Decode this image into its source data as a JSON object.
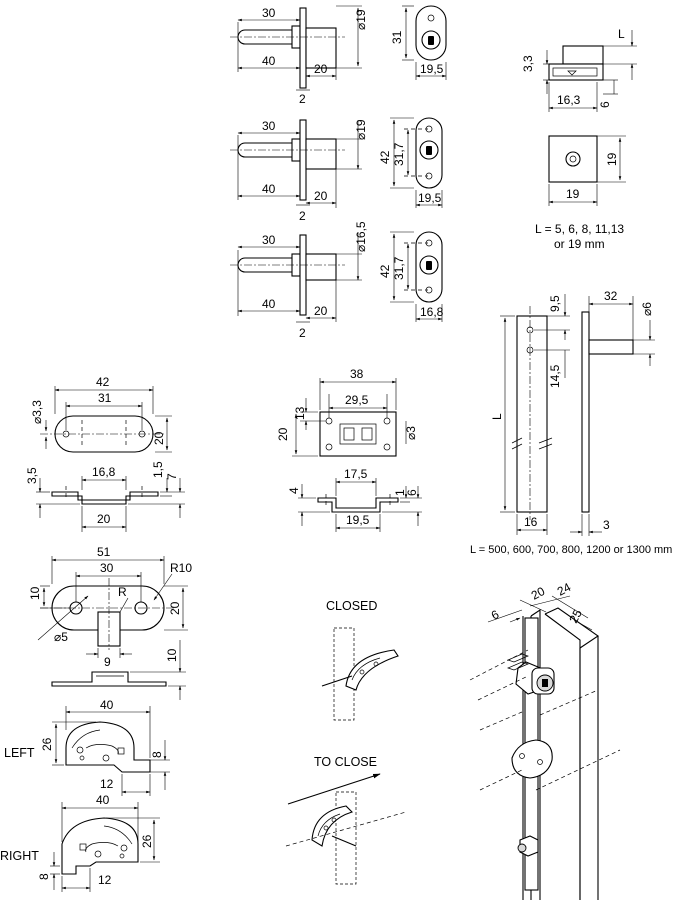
{
  "dims": {
    "d1_30": "30",
    "d1_40": "40",
    "d1_20": "20",
    "d1_2": "2",
    "d1_dia": "⌀19",
    "d1_31": "31",
    "d1_195": "19,5",
    "d2_30": "30",
    "d2_40": "40",
    "d2_20": "20",
    "d2_2": "2",
    "d2_dia": "⌀19",
    "d2_42": "42",
    "d2_317": "31,7",
    "d2_195": "19,5",
    "d3_30": "30",
    "d3_40": "40",
    "d3_20": "20",
    "d3_2": "2",
    "d3_dia": "⌀16,5",
    "d3_42": "42",
    "d3_317": "31,7",
    "d3_168": "16,8",
    "sq_33": "3,3",
    "sq_L": "L",
    "sq_163": "16,3",
    "sq_6": "6",
    "sq_19v": "19",
    "sq_19h": "19",
    "sq_note1": "L = 5, 6, 8, 11,13",
    "sq_note2": "or 19 mm",
    "rod_95": "9,5",
    "rod_145": "14,5",
    "rod_L": "L",
    "rod_16": "16",
    "rod_32": "32",
    "rod_dia6": "⌀6",
    "rod_3": "3",
    "rod_note": "L = 500, 600, 700, 800, 1200 or 1300 mm",
    "pl_42": "42",
    "pl_31": "31",
    "pl_dia": "⌀3,3",
    "pl_20": "20",
    "pl_35": "3,5",
    "pl_168": "16,8",
    "pl_15": "1,5",
    "pl_7": "7",
    "pl_20b": "20",
    "sp_38": "38",
    "sp_295": "29,5",
    "sp_13": "13",
    "sp_20": "20",
    "sp_dia": "⌀3",
    "sp_175": "17,5",
    "sp_4": "4",
    "sp_1": "1",
    "sp_6": "6",
    "sp_195": "19,5",
    "bp_51": "51",
    "bp_30": "30",
    "bp_R10": "R10",
    "bp_R": "R",
    "bp_10": "10",
    "bp_20": "20",
    "bp_dia5": "⌀5",
    "bp_9": "9",
    "bp_10b": "10",
    "left_label": "LEFT",
    "left_40": "40",
    "left_26": "26",
    "left_8": "8",
    "left_12": "12",
    "right_label": "RIGHT",
    "right_40": "40",
    "right_26": "26",
    "right_8": "8",
    "right_12": "12",
    "closed_label": "CLOSED",
    "toclose_label": "TO CLOSE",
    "asm_6": "6",
    "asm_20": "20",
    "asm_24": "24",
    "asm_25": "25"
  }
}
